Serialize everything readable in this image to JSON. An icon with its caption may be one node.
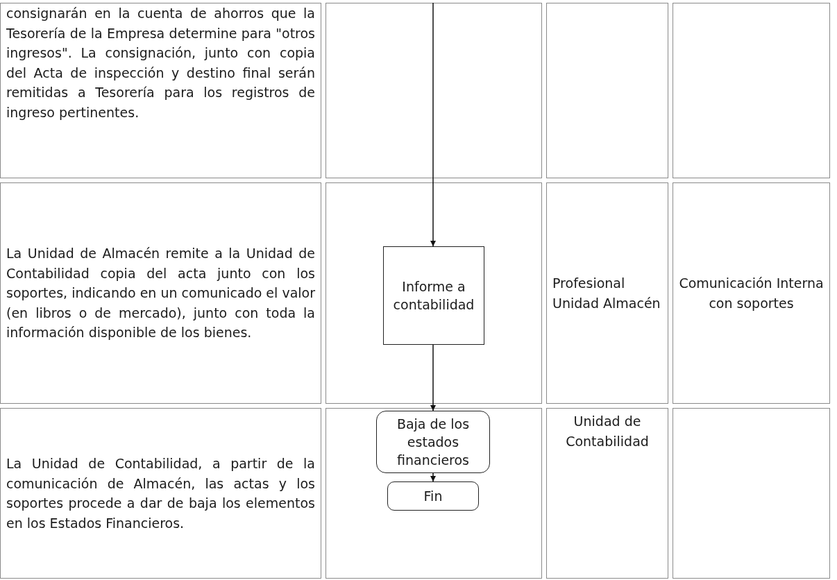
{
  "diagram": {
    "nodes": [
      {
        "text": [
          "Informe a contabilidad"
        ]
      },
      {
        "text": [
          "Baja de los estados financieros"
        ]
      },
      {
        "text": [
          "Fin"
        ]
      },
      {
        "text": [],
        "shape": "box"
      }
    ],
    "edges": [
      {
        "from": 3,
        "to": 0,
        "arrow": "to"
      },
      {
        "from": 0,
        "to": 1,
        "arrow": "to"
      },
      {
        "from": 1,
        "to": 2,
        "arrow": "to"
      }
    ],
    "labels": [
      "consignarán en la cuenta de ahorros que la Tesorería de la Empresa determine para \"otros ingresos\". La consignación, junto con copia del Acta de inspección y destino final serán remitidas a Tesorería para los registros de ingreso pertinentes.",
      "La Unidad de Almacén remite a la Unidad de Contabilidad copia del acta junto con los soportes, indicando en un comunicado el valor (en libros o de mercado), junto con toda la información disponible de los bienes.",
      "Profesional Unidad Almacén",
      "Comunicación Interna con soportes",
      "La Unidad de Contabilidad, a partir de la comunicación de Almacén, las actas y los soportes procede a dar de baja los elementos en los Estados Financieros.",
      "Unidad de Contabilidad"
    ]
  }
}
